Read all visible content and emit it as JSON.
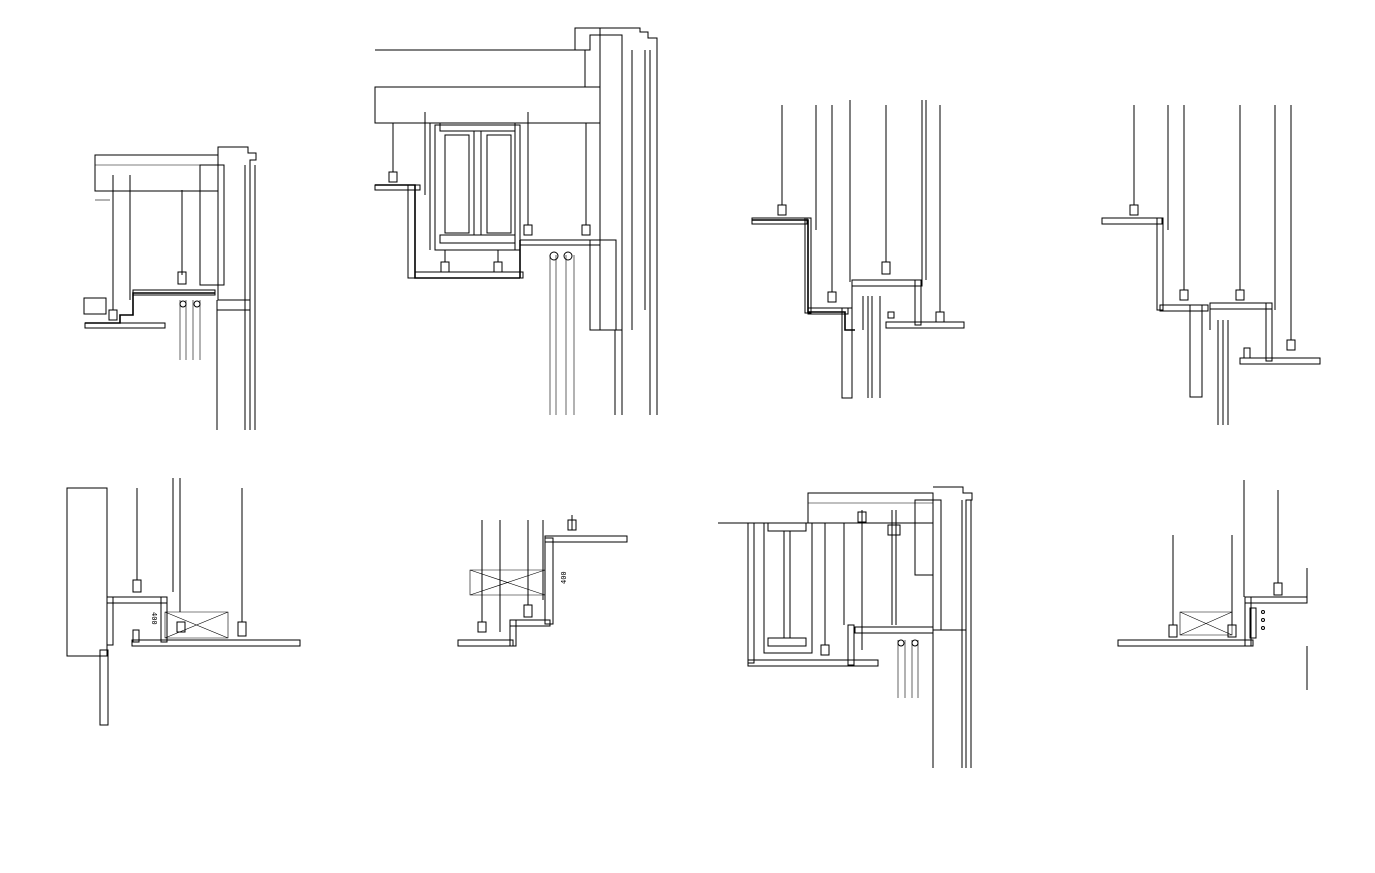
{
  "drawing": {
    "background": "#ffffff",
    "line_color": "#000000",
    "details": [
      {
        "id": "detail-1",
        "label": "",
        "kind": "ceiling-section"
      },
      {
        "id": "detail-2",
        "label": "",
        "kind": "beam-soffit-section"
      },
      {
        "id": "detail-3",
        "label": "",
        "kind": "ceiling-step-section"
      },
      {
        "id": "detail-4",
        "label": "",
        "kind": "ceiling-step-section"
      },
      {
        "id": "detail-5",
        "label": "",
        "kind": "wall-ceiling-section"
      },
      {
        "id": "detail-6",
        "label": "",
        "kind": "ceiling-step-section"
      },
      {
        "id": "detail-7",
        "label": "",
        "kind": "beam-soffit-section"
      },
      {
        "id": "detail-8",
        "label": "",
        "kind": "ceiling-step-section"
      }
    ],
    "annotations": {
      "vent_label_1": "400",
      "vent_label_2": "400"
    }
  }
}
